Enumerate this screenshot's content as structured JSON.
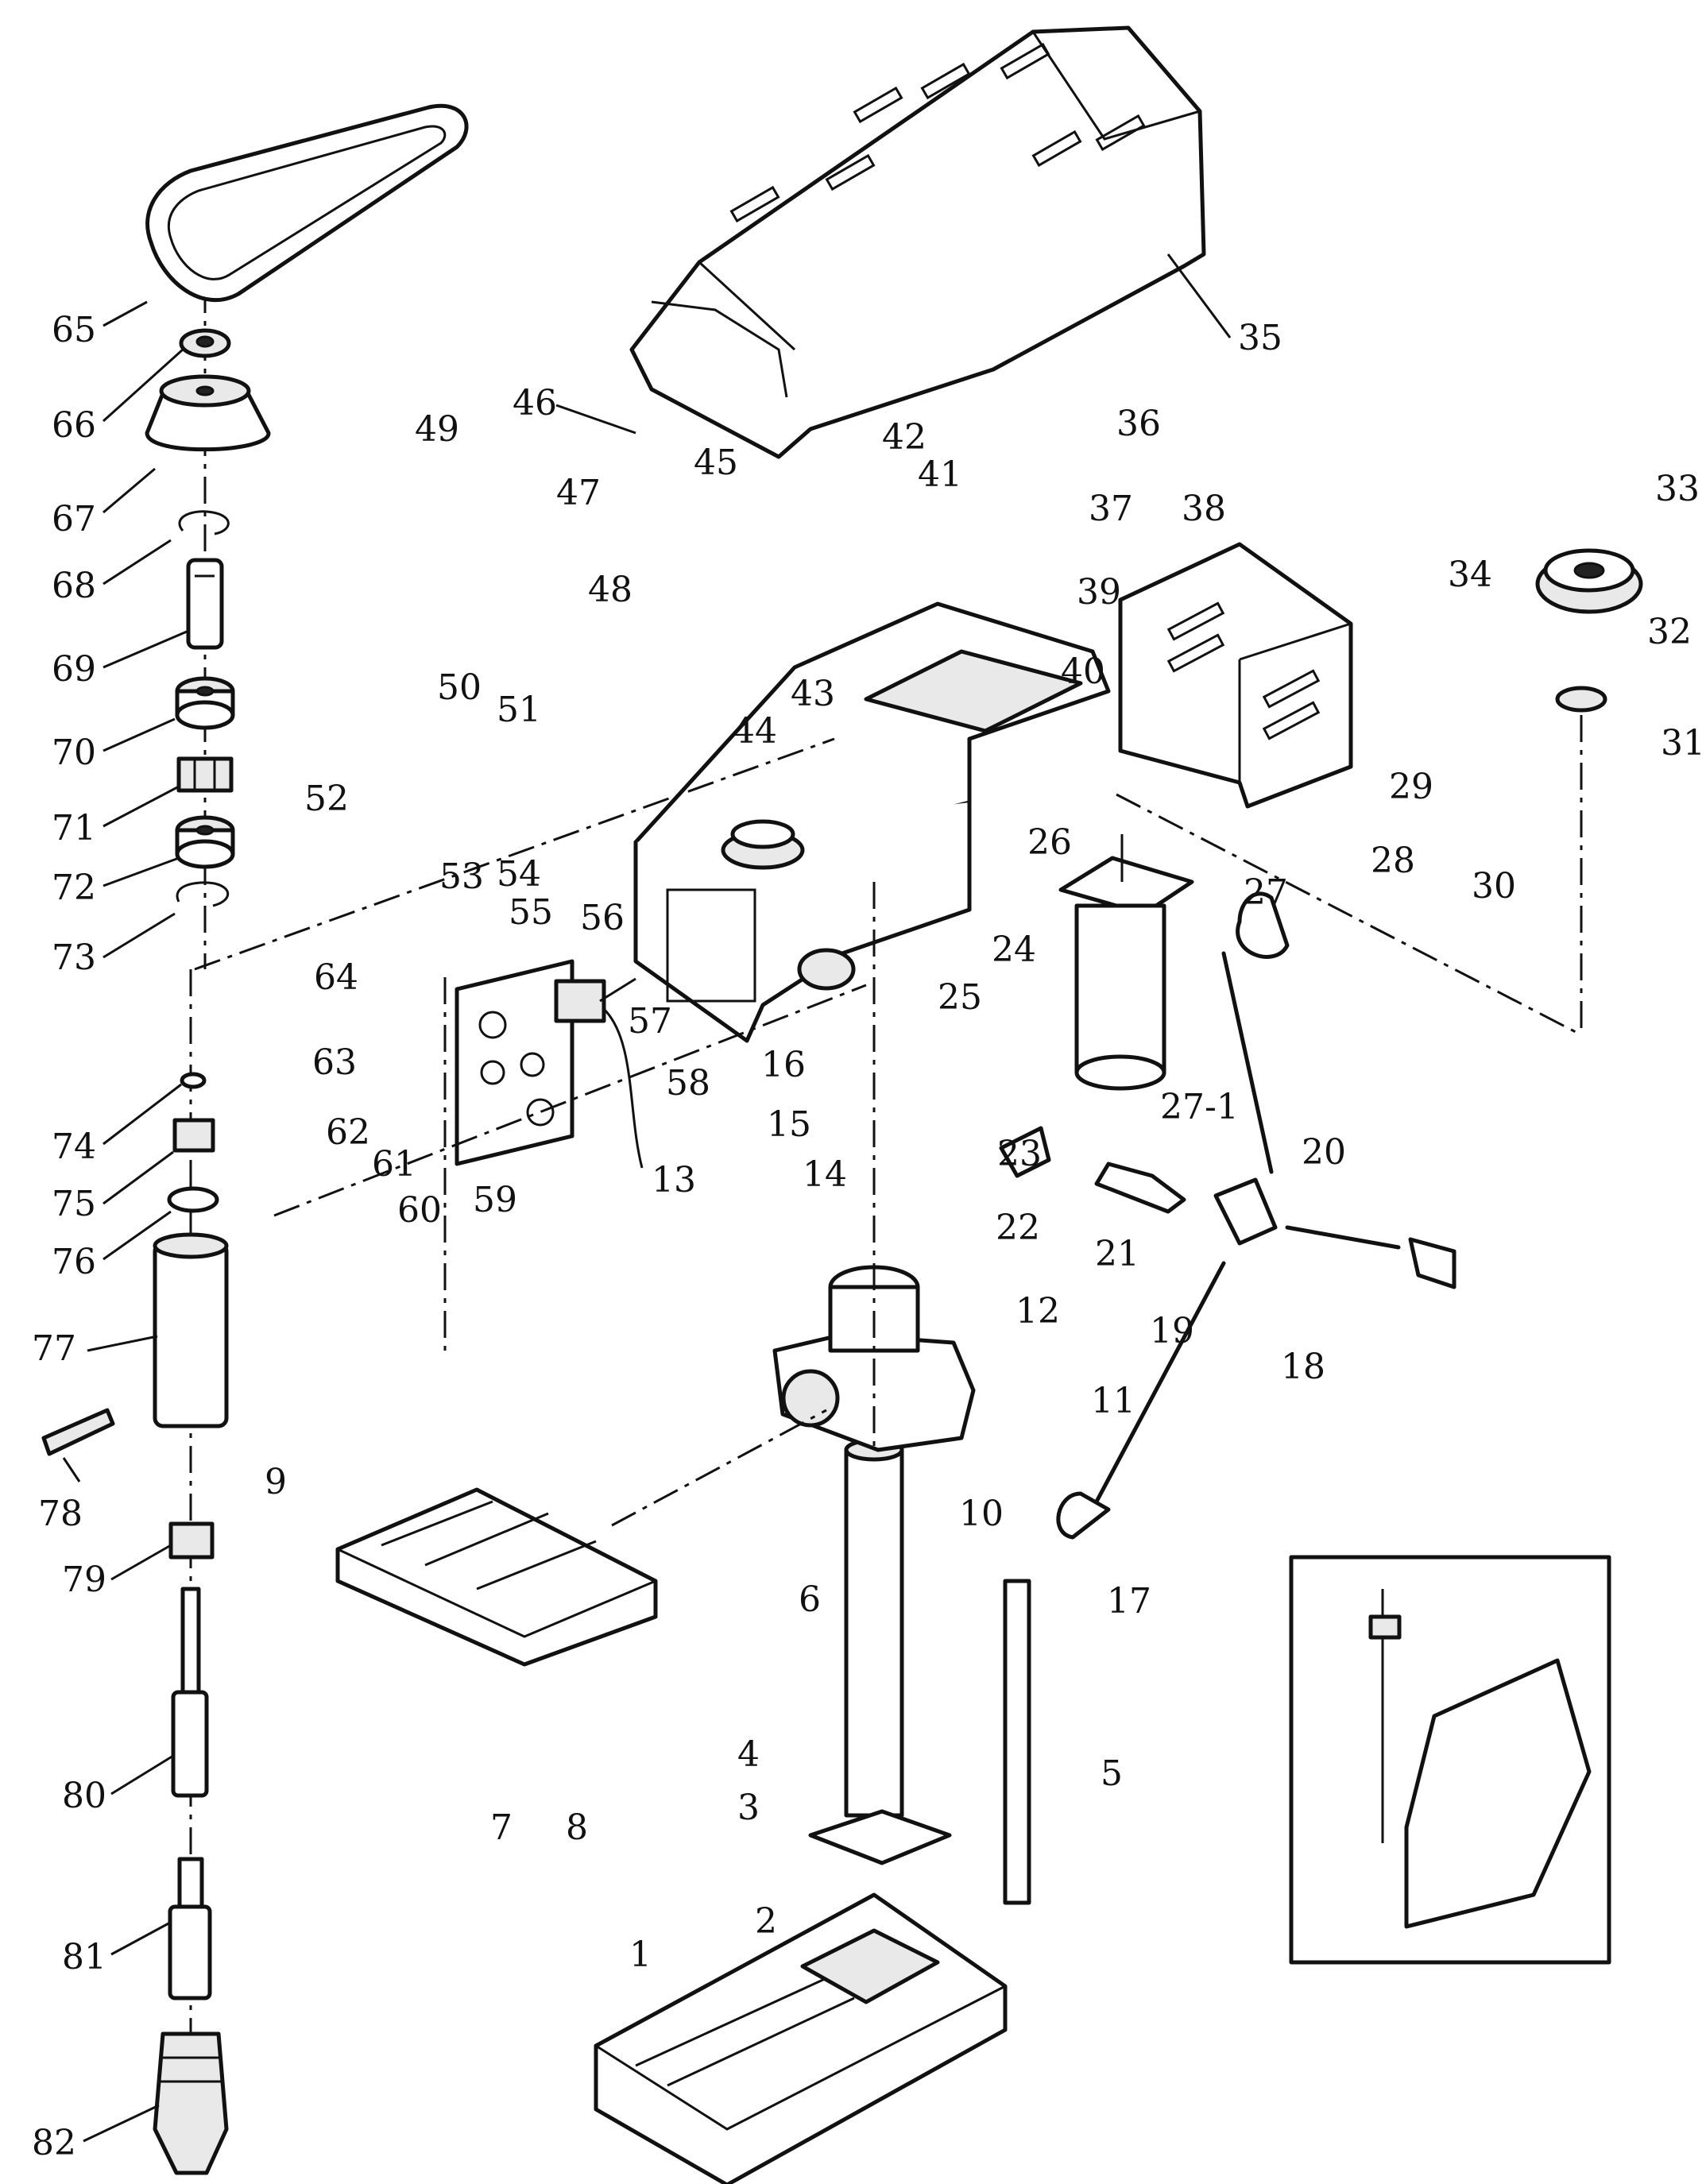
{
  "colors": {
    "ink": "#111111",
    "paper": "#ffffff"
  },
  "labels": {
    "l1": "1",
    "l2": "2",
    "l3": "3",
    "l4": "4",
    "l5": "5",
    "l6": "6",
    "l7": "7",
    "l8": "8",
    "l9": "9",
    "l10": "10",
    "l11": "11",
    "l12": "12",
    "l13": "13",
    "l14": "14",
    "l15": "15",
    "l16": "16",
    "l17": "17",
    "l18": "18",
    "l19": "19",
    "l20": "20",
    "l21": "21",
    "l22": "22",
    "l23": "23",
    "l24": "24",
    "l25": "25",
    "l26": "26",
    "l27": "27",
    "l27_1": "27-1",
    "l28": "28",
    "l29": "29",
    "l30": "30",
    "l31": "31",
    "l32": "32",
    "l33": "33",
    "l34": "34",
    "l35": "35",
    "l36": "36",
    "l37": "37",
    "l38": "38",
    "l39": "39",
    "l40": "40",
    "l41": "41",
    "l42": "42",
    "l43": "43",
    "l44": "44",
    "l45": "45",
    "l46": "46",
    "l47": "47",
    "l48": "48",
    "l49": "49",
    "l50": "50",
    "l51": "51",
    "l52": "52",
    "l53": "53",
    "l54": "54",
    "l55": "55",
    "l56": "56",
    "l57": "57",
    "l58": "58",
    "l59": "59",
    "l60": "60",
    "l61": "61",
    "l62": "62",
    "l63": "63",
    "l64": "64",
    "l65": "65",
    "l66": "66",
    "l67": "67",
    "l68": "68",
    "l69": "69",
    "l70": "70",
    "l71": "71",
    "l72": "72",
    "l73": "73",
    "l74": "74",
    "l75": "75",
    "l76": "76",
    "l77": "77",
    "l78": "78",
    "l79": "79",
    "l80": "80",
    "l81": "81",
    "l82": "82"
  }
}
